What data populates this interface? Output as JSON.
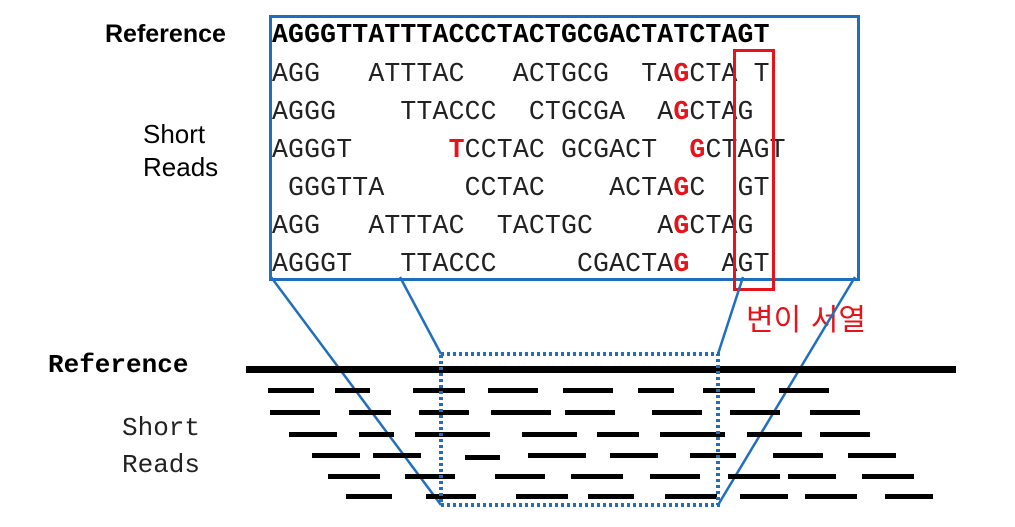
{
  "top_panel": {
    "reference_label": "Reference",
    "short_reads_label_line1": "Short",
    "short_reads_label_line2": "Reads",
    "reference_sequence": "AGGGTTATTTACCCTACTGCGACTATCTAGT",
    "reads": [
      {
        "pre": "AGG   ATTTAC   ACTGCG  TA",
        "mut": "G",
        "post": "CTA T"
      },
      {
        "pre": "AGGG    TTACCC  CTGCGA  A",
        "mut": "G",
        "post": "CTAG"
      },
      {
        "pre": "AGGGT      ",
        "mut2": "T",
        "mid": "CCTAC GCGACT  ",
        "mut": "G",
        "post": "CTAGT"
      },
      {
        "pre": " GGGTTA     CCTAC    ACTA",
        "mut": "G",
        "post": "C  GT"
      },
      {
        "pre": "AGG   ATTTAC  TACTGC    A",
        "mut": "G",
        "post": "CTAG"
      },
      {
        "pre": "AGGGT   TTACCC     CGACTA",
        "mut": "G",
        "post": "  AGT"
      }
    ],
    "variant_label": "변이 서열"
  },
  "bottom_panel": {
    "reference_label": "Reference",
    "short_reads_label_line1": "Short",
    "short_reads_label_line2": "Reads"
  },
  "colors": {
    "zoom_blue": "#1f6fbf",
    "variant_red": "#e8131a",
    "line_black": "#000000"
  }
}
